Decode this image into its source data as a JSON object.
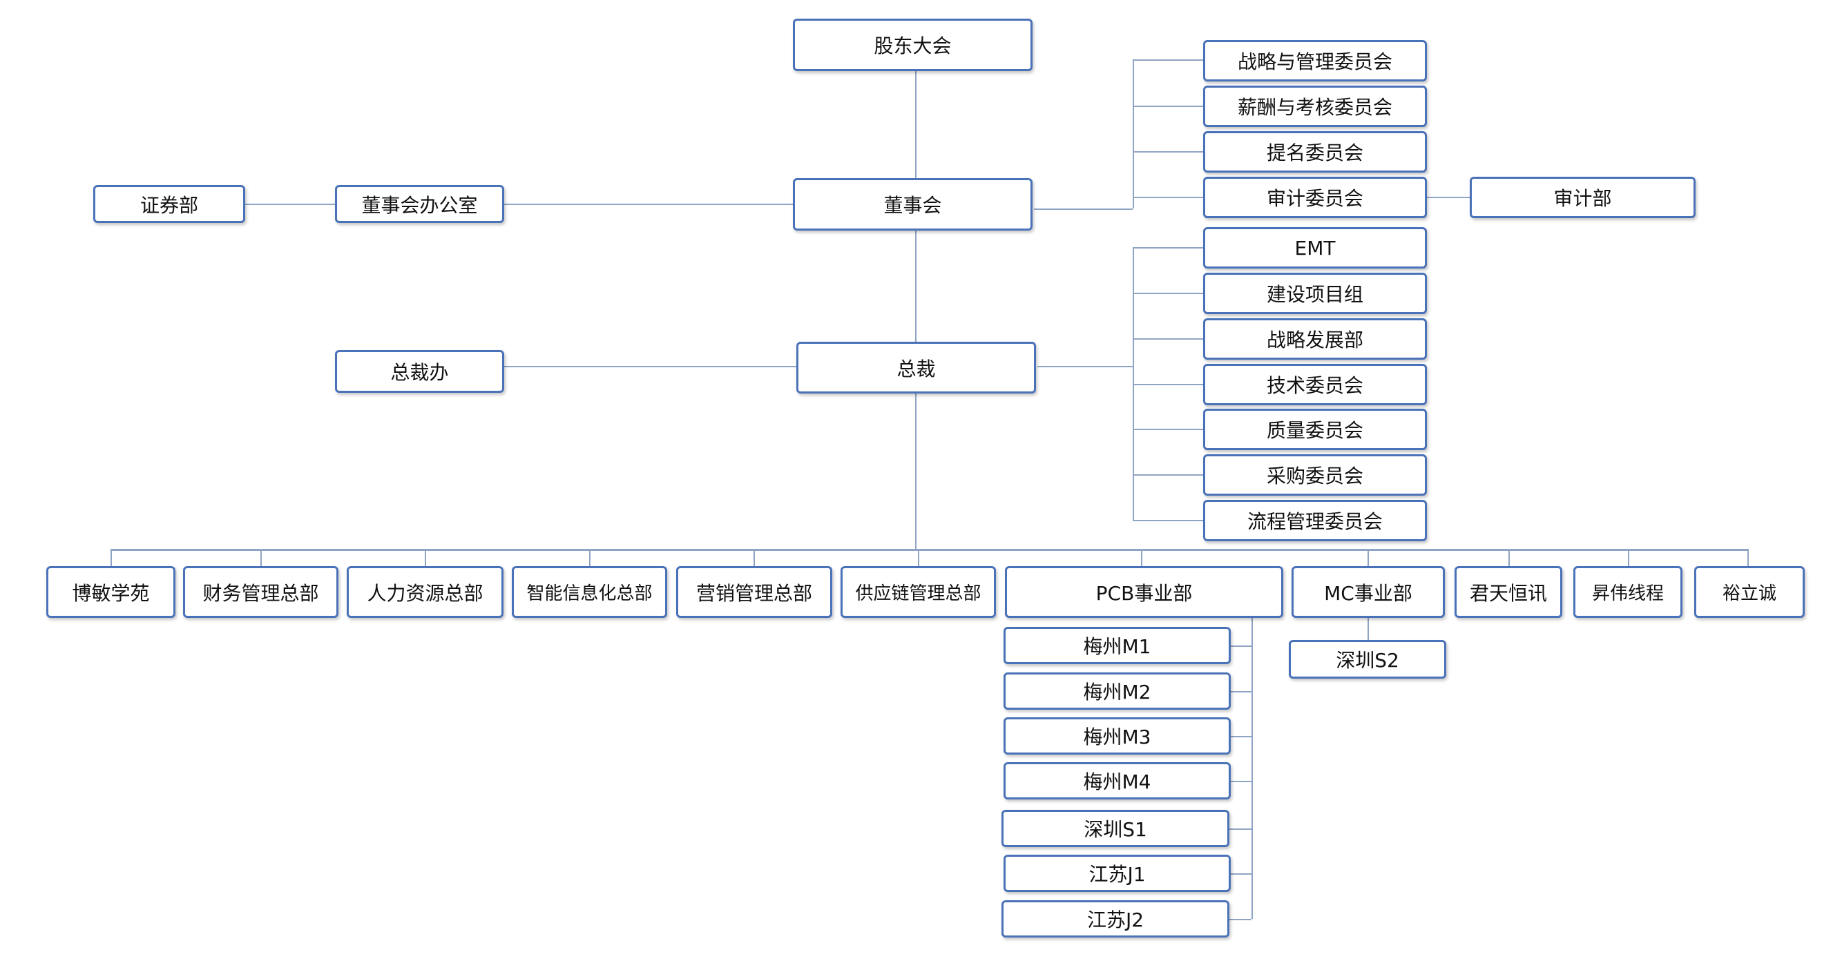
{
  "top": {
    "shareholders": "股东大会",
    "board": "董事会",
    "president": "总裁"
  },
  "left": {
    "securities": "证券部",
    "board_office": "董事会办公室",
    "president_office": "总裁办"
  },
  "board_committees": [
    "战略与管理委员会",
    "薪酬与考核委员会",
    "提名委员会",
    "审计委员会"
  ],
  "audit_dept": "审计部",
  "president_committees": [
    "EMT",
    "建设项目组",
    "战略发展部",
    "技术委员会",
    "质量委员会",
    "采购委员会",
    "流程管理委员会"
  ],
  "departments": [
    "博敏学苑",
    "财务管理总部",
    "人力资源总部",
    "智能信息化总部",
    "营销管理总部",
    "供应链管理总部",
    "PCB事业部",
    "MC事业部",
    "君天恒讯",
    "昇伟线程",
    "裕立诚"
  ],
  "pcb_units": [
    "梅州M1",
    "梅州M2",
    "梅州M3",
    "梅州M4",
    "深圳S1",
    "江苏J1",
    "江苏J2"
  ],
  "mc_units": [
    "深圳S2"
  ]
}
